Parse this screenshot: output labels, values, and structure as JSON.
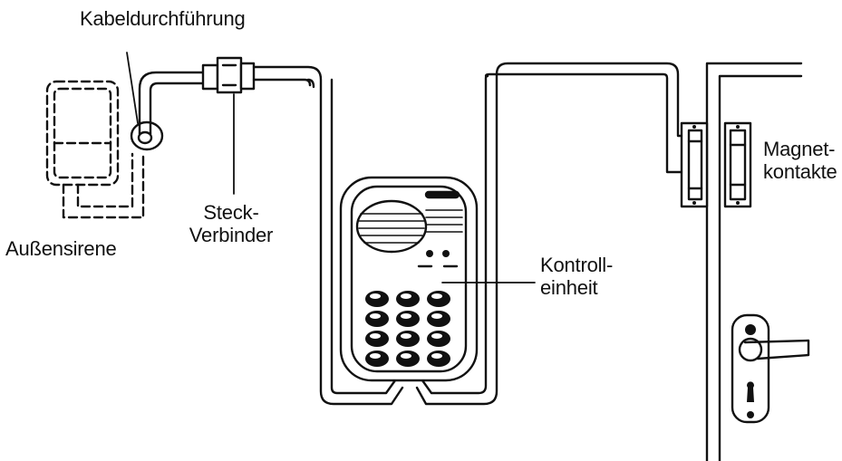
{
  "labels": {
    "cable_feedthrough": "Kabeldurchführung",
    "connector": [
      "Steck-",
      "Verbinder"
    ],
    "outdoor_siren": "Außensirene",
    "control_unit": [
      "Kontroll-",
      "einheit"
    ],
    "magnetic_contacts": [
      "Magnet-",
      "kontakte"
    ]
  },
  "colors": {
    "ink": "#111111",
    "fill": "#ffffff",
    "panel": "#ececec"
  }
}
